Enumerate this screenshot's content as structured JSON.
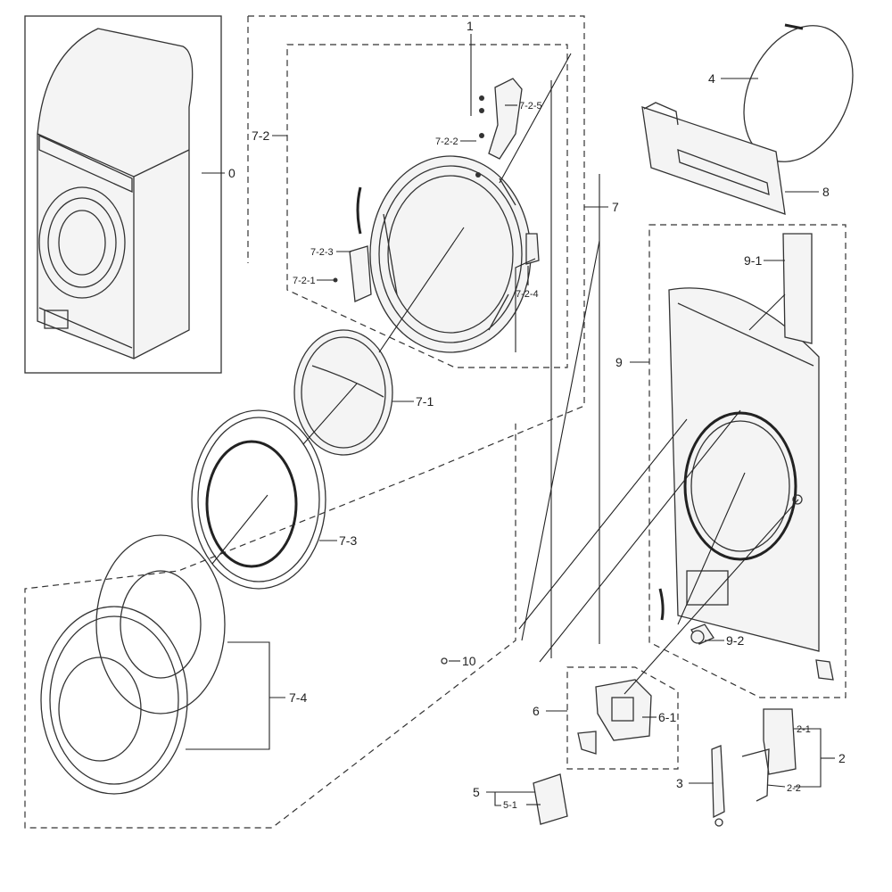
{
  "parts": [
    {
      "id": "p0",
      "label": "0"
    },
    {
      "id": "p1",
      "label": "1"
    },
    {
      "id": "p2",
      "label": "2"
    },
    {
      "id": "p2-1",
      "label": "2-1"
    },
    {
      "id": "p2-2",
      "label": "2-2"
    },
    {
      "id": "p3",
      "label": "3"
    },
    {
      "id": "p4",
      "label": "4"
    },
    {
      "id": "p5",
      "label": "5"
    },
    {
      "id": "p5-1",
      "label": "5-1"
    },
    {
      "id": "p6",
      "label": "6"
    },
    {
      "id": "p6-1",
      "label": "6-1"
    },
    {
      "id": "p7",
      "label": "7"
    },
    {
      "id": "p7-1",
      "label": "7-1"
    },
    {
      "id": "p7-2",
      "label": "7-2"
    },
    {
      "id": "p7-2-1",
      "label": "7-2-1"
    },
    {
      "id": "p7-2-2",
      "label": "7-2-2"
    },
    {
      "id": "p7-2-3",
      "label": "7-2-3"
    },
    {
      "id": "p7-2-4",
      "label": "7-2-4"
    },
    {
      "id": "p7-2-5",
      "label": "7-2-5"
    },
    {
      "id": "p7-3",
      "label": "7-3"
    },
    {
      "id": "p7-4",
      "label": "7-4"
    },
    {
      "id": "p8",
      "label": "8"
    },
    {
      "id": "p9",
      "label": "9"
    },
    {
      "id": "p9-1",
      "label": "9-1"
    },
    {
      "id": "p9-2",
      "label": "9-2"
    },
    {
      "id": "p10",
      "label": "10"
    }
  ]
}
